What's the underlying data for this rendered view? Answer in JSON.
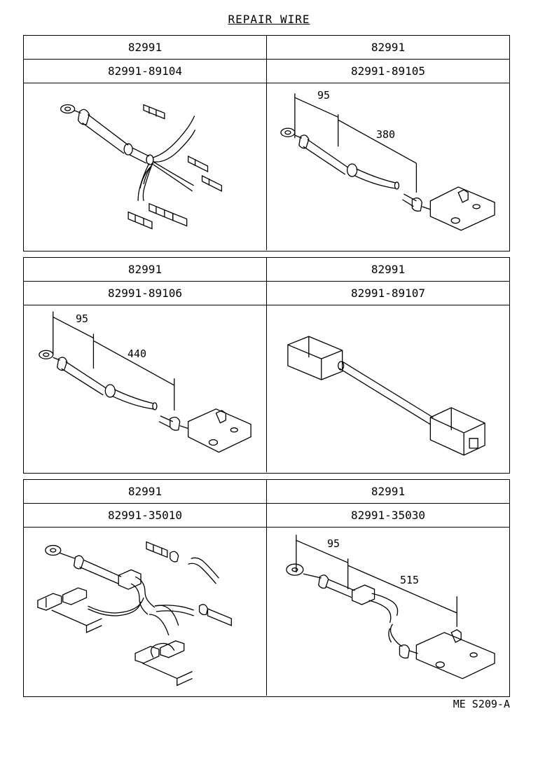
{
  "title": "REPAIR WIRE",
  "footer": "ME S209-A",
  "panels": [
    {
      "left": {
        "code": "82991",
        "part": "82991-89104",
        "dims": []
      },
      "right": {
        "code": "82991",
        "part": "82991-89105",
        "dims": [
          "95",
          "380"
        ]
      }
    },
    {
      "left": {
        "code": "82991",
        "part": "82991-89106",
        "dims": [
          "95",
          "440"
        ]
      },
      "right": {
        "code": "82991",
        "part": "82991-89107",
        "dims": []
      }
    },
    {
      "left": {
        "code": "82991",
        "part": "82991-35010",
        "dims": []
      },
      "right": {
        "code": "82991",
        "part": "82991-35030",
        "dims": [
          "95",
          "515"
        ]
      }
    }
  ]
}
